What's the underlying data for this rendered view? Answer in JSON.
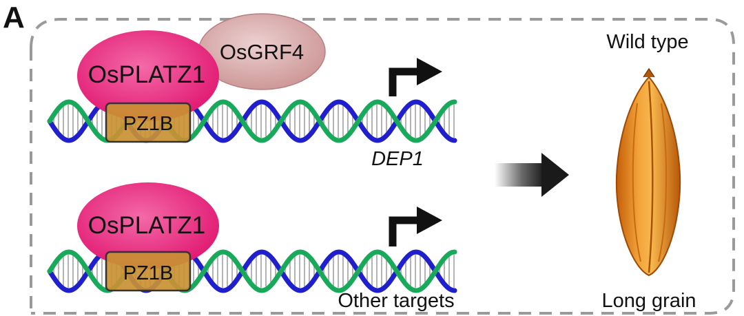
{
  "panel_label": "A",
  "colors": {
    "strand_blue": "#1f1fcc",
    "strand_green": "#18a95a",
    "platz_fill": "#e8237f",
    "grf_fill": "#d9a8a8",
    "pz1b_fill": "#c99133",
    "border_dash": "#9a9a9a",
    "grain_orange": "#e88a1c",
    "arrow_dark": "#1a1a1a"
  },
  "top_complex": {
    "protein": "OsPLATZ1",
    "partner": "OsGRF4",
    "domain": "PZ1B",
    "gene": "DEP1"
  },
  "bottom_complex": {
    "protein": "OsPLATZ1",
    "domain": "PZ1B",
    "gene": "Other targets"
  },
  "phenotype": {
    "top_label": "Wild type",
    "bottom_label": "Long grain"
  },
  "icons": {
    "transcription_start": "bent-arrow-icon",
    "result_arrow": "gradient-right-arrow-icon",
    "grain": "rice-grain-icon"
  }
}
